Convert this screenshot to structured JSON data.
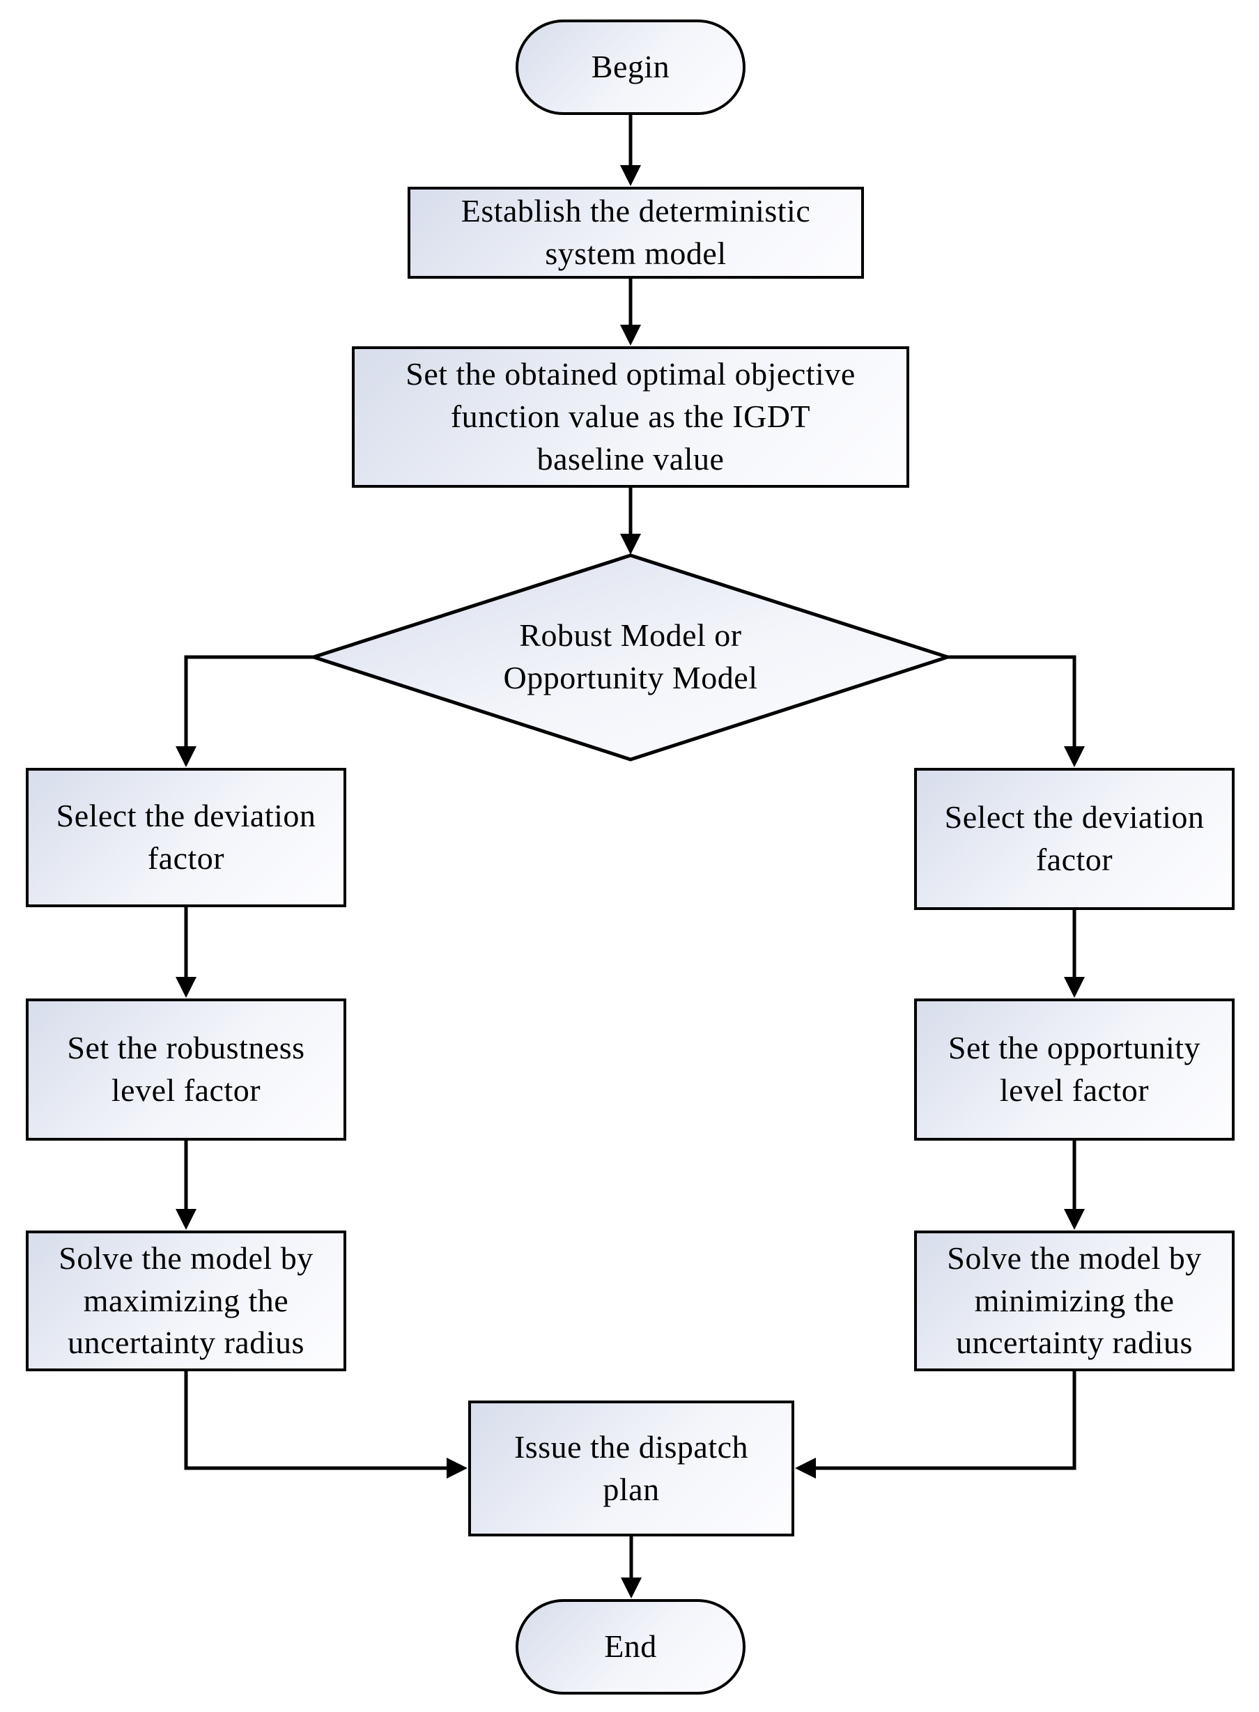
{
  "flowchart": {
    "title": "IGDT robust/opportunity dispatch model flowchart",
    "colors": {
      "border": "#000000",
      "line": "#000000",
      "text": "#000000",
      "fill_gradient_start": "#d8ddec",
      "fill_gradient_end": "#fdfdff",
      "background": "#ffffff"
    },
    "nodes": {
      "begin": {
        "type": "terminator",
        "label": "Begin"
      },
      "establish": {
        "type": "process",
        "label": "Establish the deterministic\nsystem model"
      },
      "baseline": {
        "type": "process",
        "label": "Set the obtained optimal objective\nfunction value as the IGDT\nbaseline value"
      },
      "decision": {
        "type": "decision",
        "label": "Robust Model or\nOpportunity Model"
      },
      "left_select": {
        "type": "process",
        "label": "Select the deviation\nfactor"
      },
      "left_level": {
        "type": "process",
        "label": "Set the robustness\nlevel factor"
      },
      "left_solve": {
        "type": "process",
        "label": "Solve the model by\nmaximizing the\nuncertainty radius"
      },
      "right_select": {
        "type": "process",
        "label": "Select the deviation\nfactor"
      },
      "right_level": {
        "type": "process",
        "label": "Set the opportunity\nlevel factor"
      },
      "right_solve": {
        "type": "process",
        "label": "Solve the model by\nminimizing the\nuncertainty radius"
      },
      "issue": {
        "type": "process",
        "label": "Issue the dispatch\nplan"
      },
      "end": {
        "type": "terminator",
        "label": "End"
      }
    }
  }
}
